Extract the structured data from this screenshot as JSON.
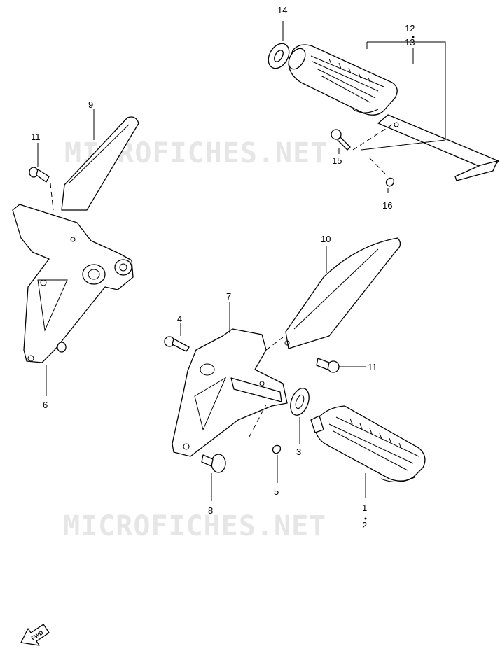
{
  "watermarks": [
    "MICROFICHES.NET",
    "MICROFICHES.NET"
  ],
  "callouts": {
    "c1": "1",
    "c2": "2",
    "c3": "3",
    "c4": "4",
    "c5": "5",
    "c6": "6",
    "c7": "7",
    "c8": "8",
    "c9": "9",
    "c10": "10",
    "c11a": "11",
    "c11b": "11",
    "c12": "12",
    "c13": "13",
    "c14": "14",
    "c15": "15",
    "c16": "16"
  },
  "fwd_label": "FWD"
}
